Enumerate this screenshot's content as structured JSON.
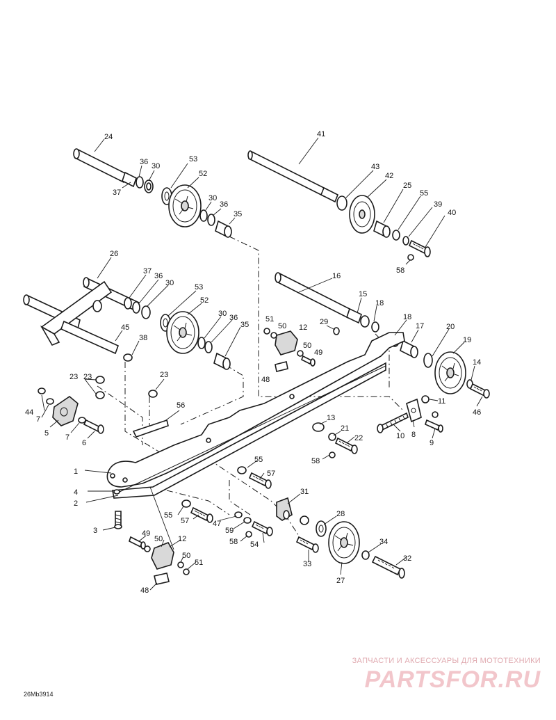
{
  "diagram": {
    "callouts": [
      "24",
      "36",
      "30",
      "53",
      "52",
      "37",
      "30",
      "36",
      "35",
      "41",
      "43",
      "42",
      "25",
      "55",
      "39",
      "40",
      "58",
      "26",
      "37",
      "36",
      "30",
      "53",
      "52",
      "30",
      "36",
      "35",
      "45",
      "38",
      "16",
      "15",
      "18",
      "29",
      "18",
      "17",
      "20",
      "19",
      "51",
      "50",
      "12",
      "50",
      "49",
      "48",
      "14",
      "46",
      "23",
      "23",
      "23",
      "56",
      "44",
      "7",
      "5",
      "7",
      "6",
      "13",
      "21",
      "22",
      "11",
      "10",
      "8",
      "9",
      "58",
      "55",
      "57",
      "1",
      "4",
      "2",
      "55",
      "57",
      "47",
      "59",
      "58",
      "54",
      "31",
      "28",
      "3",
      "49",
      "50",
      "12",
      "50",
      "51",
      "48",
      "33",
      "27",
      "34",
      "32"
    ],
    "document_code": "26Mb3914"
  },
  "watermark": {
    "tagline": "ЗАПЧАСТИ И АКСЕССУАРЫ ДЛЯ МОТОТЕХНИКИ",
    "logo": "PARTSFOR.RU"
  }
}
